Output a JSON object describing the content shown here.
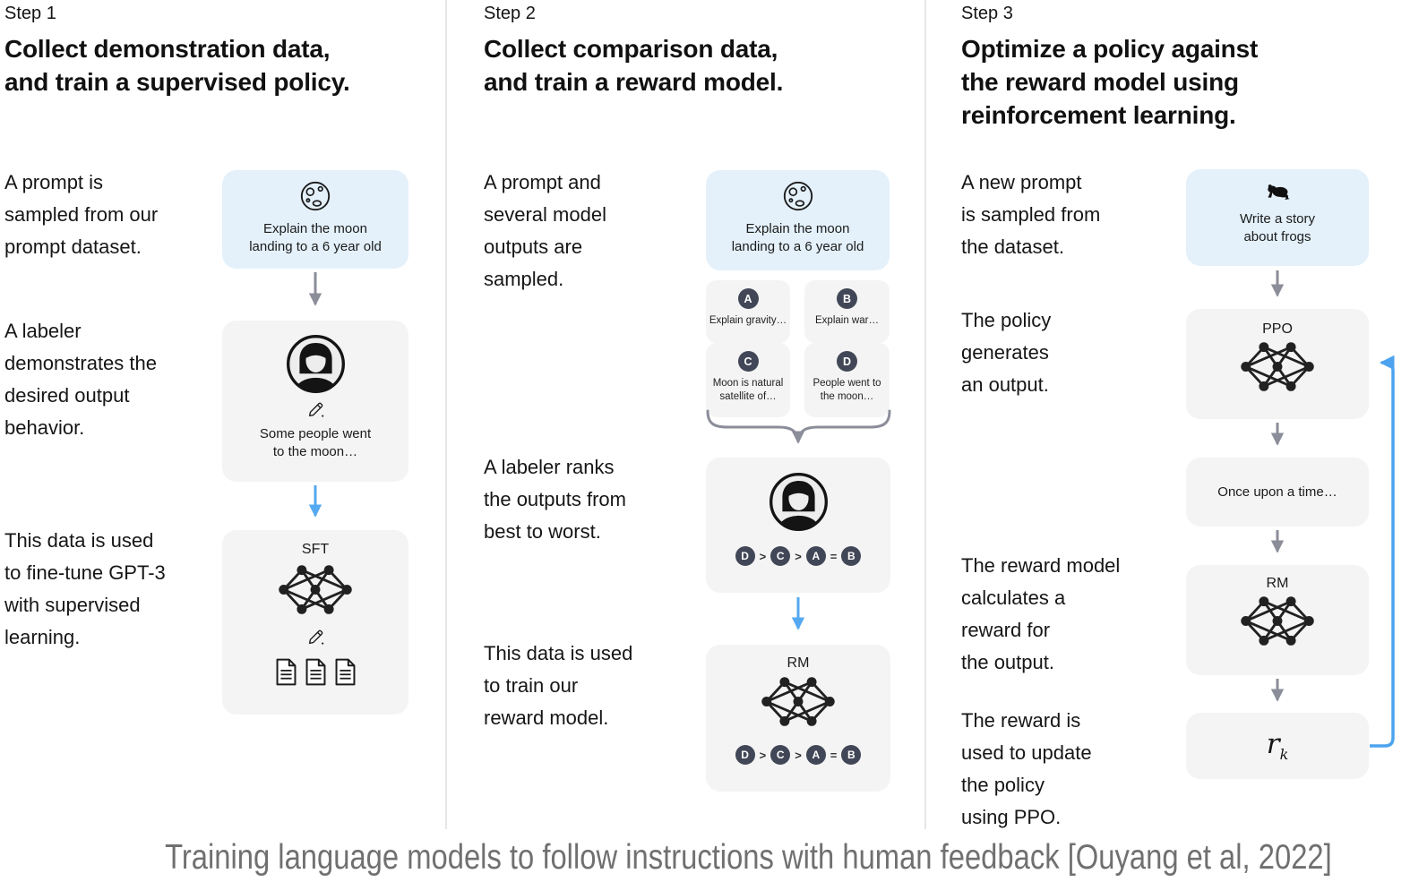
{
  "caption": "Training language models to follow instructions with human feedback [Ouyang et al, 2022]",
  "colors": {
    "prompt_box_bg": "#e4f1fb",
    "gray_box_bg": "#f4f4f4",
    "letter_circle_bg": "#414757",
    "gray_arrow": "#8b8d99",
    "blue_arrow": "#55a9f0",
    "feedback_loop_blue": "#4da3ee",
    "divider": "#e7e7e7",
    "caption_text": "#707070"
  },
  "icons": {
    "moon": "moon-icon",
    "frog": "frog-icon",
    "labeler": "labeler-avatar",
    "pencil": "pencil-icon",
    "document": "document-icon",
    "network": "neural-network-icon"
  },
  "steps": [
    {
      "label": "Step 1",
      "title": [
        "Collect demonstration data,",
        "and train a supervised policy."
      ],
      "paragraphs": [
        "A prompt is\nsampled from our\nprompt dataset.",
        "A labeler\ndemonstrates the\ndesired output\nbehavior.",
        "This data is used\nto fine-tune GPT-3\nwith supervised\nlearning."
      ],
      "prompt_text": "Explain the moon\nlanding to a 6 year old",
      "labeler_text": "Some people went\nto the moon…",
      "sft_label": "SFT"
    },
    {
      "label": "Step 2",
      "title": [
        "Collect comparison data,",
        "and train a reward model."
      ],
      "paragraphs": [
        "A prompt and\nseveral model\noutputs are\nsampled.",
        "A labeler ranks\nthe outputs from\nbest to worst.",
        "This data is used\nto train our\nreward model."
      ],
      "prompt_text": "Explain the moon\nlanding to a 6 year old",
      "options": [
        {
          "letter": "A",
          "text": "Explain gravity…"
        },
        {
          "letter": "B",
          "text": "Explain war…"
        },
        {
          "letter": "C",
          "text": "Moon is natural\nsatellite of…"
        },
        {
          "letter": "D",
          "text": "People went to\nthe moon…"
        }
      ],
      "ranking": [
        "D",
        ">",
        "C",
        ">",
        "A",
        "=",
        "B"
      ],
      "rm_label": "RM"
    },
    {
      "label": "Step 3",
      "title": [
        "Optimize a policy against",
        "the reward model using",
        "reinforcement learning."
      ],
      "paragraphs": [
        "A new prompt\nis sampled from\nthe dataset.",
        "The policy\ngenerates\nan output.",
        "The reward model\ncalculates a\nreward for\nthe output.",
        "The reward is\nused to update\nthe policy\nusing PPO."
      ],
      "prompt_text": "Write a story\nabout frogs",
      "ppo_label": "PPO",
      "output_text": "Once upon a time…",
      "rm_label": "RM",
      "reward_label": "r",
      "reward_sub": "k"
    }
  ]
}
